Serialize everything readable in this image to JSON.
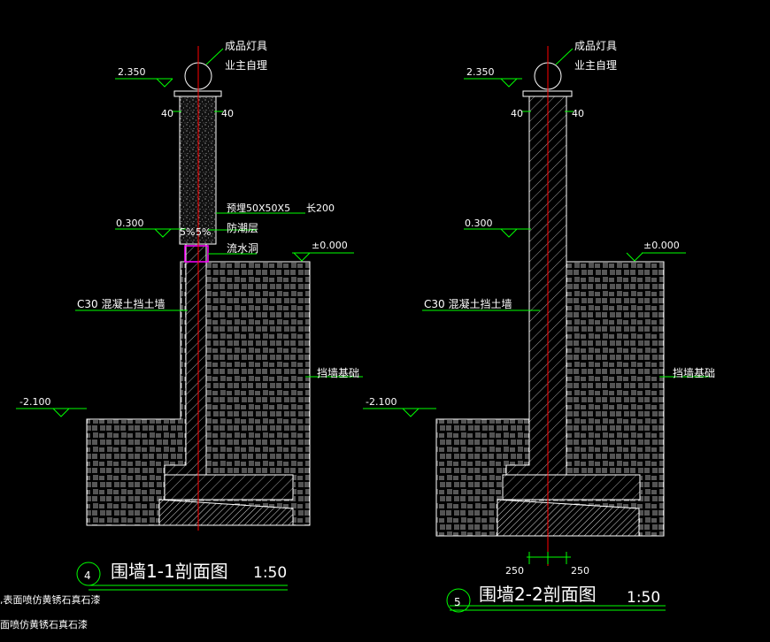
{
  "left_section": {
    "lamp_label_1": "成品灯具",
    "lamp_label_2": "业主自理",
    "elev_top": "2.350",
    "dim_left": "40",
    "dim_right": "40",
    "embed_label": "预埋50X50X5",
    "embed_length": "长200",
    "elev_mid": "0.300",
    "slope_label": "5%",
    "slope_label_2": "5%",
    "dampproof_label": "防潮层",
    "drain_label": "流水洞",
    "elev_ground": "±0.000",
    "wall_label": "C30  混凝土挡土墙",
    "footing_label": "挡墙基础",
    "elev_bottom": "-2.100",
    "section_number": "4",
    "section_title": "围墙1-1剖面图",
    "section_scale": "1:50"
  },
  "right_section": {
    "lamp_label_1": "成品灯具",
    "lamp_label_2": "业主自理",
    "elev_top": "2.350",
    "dim_left": "40",
    "dim_right": "40",
    "elev_mid": "0.300",
    "elev_ground": "±0.000",
    "wall_label": "C30  混凝土挡土墙",
    "footing_label": "挡墙基础",
    "elev_bottom": "-2.100",
    "dim_bottom_left": "250",
    "dim_bottom_right": "250",
    "section_number": "5",
    "section_title": "围墙2-2剖面图",
    "section_scale": "1:50"
  },
  "notes": {
    "note_1": ",表面喷仿黄锈石真石漆",
    "note_2": "面喷仿黄锈石真石漆"
  },
  "colors": {
    "background": "#000000",
    "linework": "#ffffff",
    "leader": "#00ff00",
    "centerline": "#ff0000",
    "highlight": "#ff00ff"
  }
}
